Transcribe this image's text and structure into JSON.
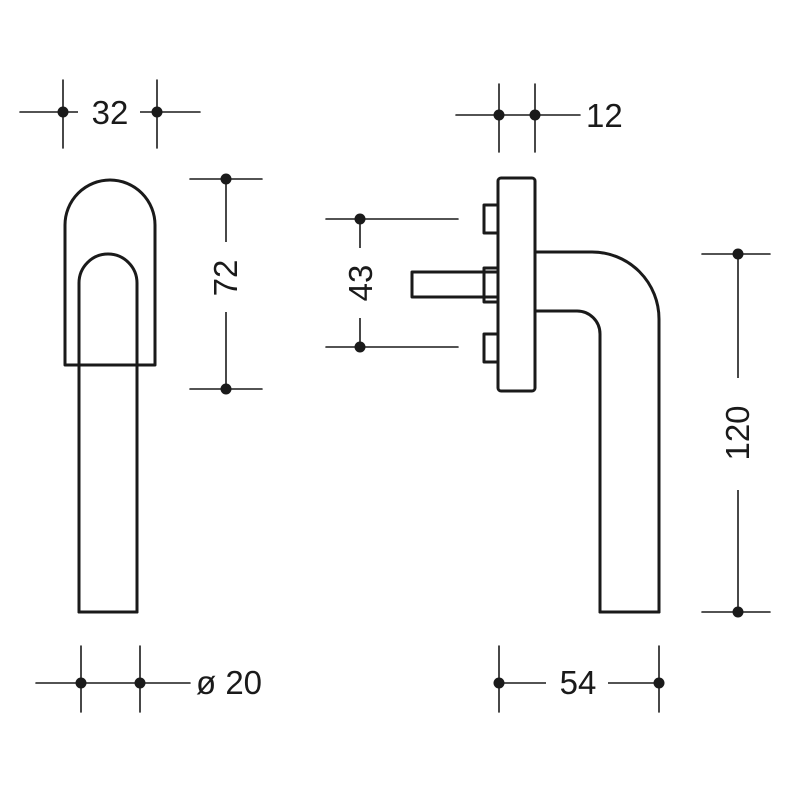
{
  "diagram": {
    "dimensions": {
      "front_width": "32",
      "front_height": "72",
      "diameter": "ø 20",
      "plate_thickness": "12",
      "bolt_spacing": "43",
      "lever_height": "120",
      "lever_projection": "54"
    },
    "colors": {
      "line": "#1a1a1a",
      "background": "#ffffff"
    }
  }
}
